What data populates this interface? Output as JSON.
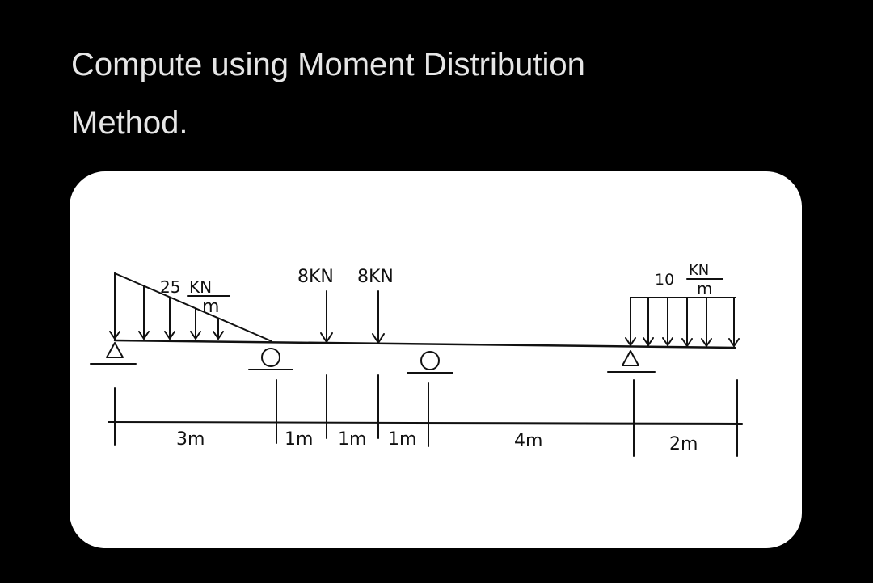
{
  "question": {
    "line1": "Compute using Moment Distribution",
    "line2": "Method."
  },
  "beam": {
    "loads": {
      "triangular": {
        "magnitude": "25",
        "unit_top": "KN",
        "unit_bottom": "m"
      },
      "point_1": "8KN",
      "point_2": "8KN",
      "uniform": {
        "magnitude": "10",
        "unit_top": "KN",
        "unit_bottom": "m"
      }
    },
    "dimensions": [
      "3m",
      "1m",
      "1m",
      "1m",
      "4m",
      "2m"
    ]
  },
  "colors": {
    "background": "#000000",
    "text": "#e6e6e6",
    "card": "#ffffff",
    "ink": "#111111"
  }
}
